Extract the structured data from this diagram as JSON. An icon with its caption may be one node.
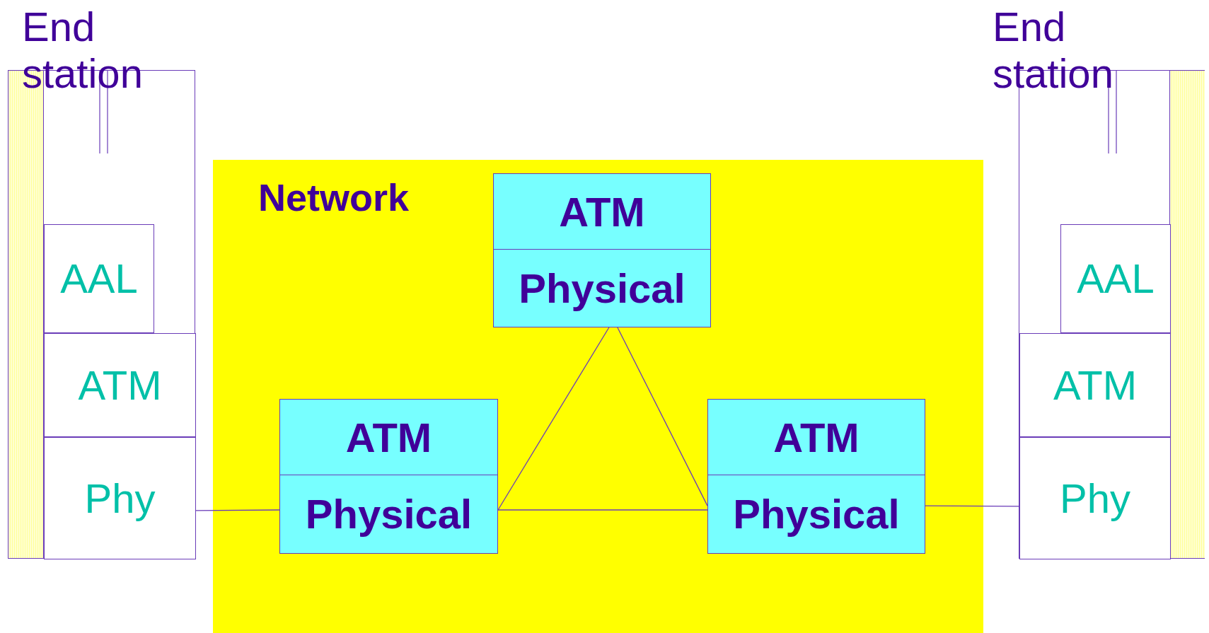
{
  "diagram": {
    "nodes": [
      {
        "text": [
          "End station"
        ]
      },
      {
        "text": [
          "AAL"
        ],
        "in": 0
      },
      {
        "text": [
          "ATM"
        ],
        "in": 0
      },
      {
        "text": [
          "Phy"
        ],
        "in": 0
      },
      {
        "text": [
          "Network"
        ]
      },
      {
        "text": [
          "ATM",
          "Physical"
        ],
        "in": 4
      },
      {
        "text": [
          "ATM",
          "Physical"
        ],
        "in": 4
      },
      {
        "text": [
          "ATM",
          "Physical"
        ],
        "in": 4
      },
      {
        "text": [
          "End station"
        ]
      },
      {
        "text": [
          "AAL"
        ],
        "in": 8
      },
      {
        "text": [
          "ATM"
        ],
        "in": 8
      },
      {
        "text": [
          "Phy"
        ],
        "in": 8
      }
    ],
    "edges": [
      {
        "from": 3,
        "to": 6,
        "arrow": "none"
      },
      {
        "from": 6,
        "to": 5,
        "arrow": "none"
      },
      {
        "from": 5,
        "to": 7,
        "arrow": "none"
      },
      {
        "from": 6,
        "to": 7,
        "arrow": "none"
      },
      {
        "from": 7,
        "to": 11,
        "arrow": "none"
      }
    ]
  }
}
